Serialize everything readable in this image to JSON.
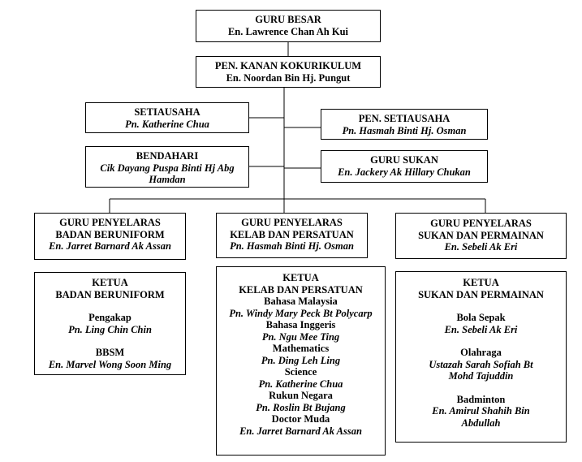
{
  "head": {
    "title": "GURU BESAR",
    "name": "En. Lawrence Chan Ah Kui"
  },
  "coordinator": {
    "title": "PEN. KANAN KOKURIKULUM",
    "name": "En. Noordan Bin Hj. Pungut"
  },
  "secretary": {
    "title": "SETIAUSAHA",
    "name": "Pn. Katherine Chua"
  },
  "asst_secretary": {
    "title": "PEN. SETIAUSAHA",
    "name": "Pn. Hasmah Binti Hj. Osman"
  },
  "treasurer": {
    "title": "BENDAHARI",
    "name": "Cik Dayang Puspa Binti Hj Abg Hamdan"
  },
  "sports_teacher": {
    "title": "GURU SUKAN",
    "name": "En. Jackery Ak Hillary Chukan"
  },
  "coord_uniform": {
    "title_1": "GURU PENYELARAS",
    "title_2": "BADAN BERUNIFORM",
    "name": "En. Jarret Barnard Ak Assan"
  },
  "coord_clubs": {
    "title_1": "GURU PENYELARAS",
    "title_2": "KELAB DAN PERSATUAN",
    "name": "Pn. Hasmah Binti Hj. Osman"
  },
  "coord_sports": {
    "title_1": "GURU PENYELARAS",
    "title_2": "SUKAN DAN PERMAINAN",
    "name": "En. Sebeli Ak Eri"
  },
  "lead_uniform": {
    "title_1": "KETUA",
    "title_2": "BADAN BERUNIFORM",
    "items": [
      {
        "unit": "Pengakap",
        "name": "Pn. Ling Chin Chin"
      },
      {
        "unit": "BBSM",
        "name": "En. Marvel Wong Soon Ming"
      }
    ]
  },
  "lead_clubs": {
    "title_1": "KETUA",
    "title_2": "KELAB DAN PERSATUAN",
    "items": [
      {
        "unit": "Bahasa Malaysia",
        "name": "Pn. Windy Mary Peck Bt Polycarp"
      },
      {
        "unit": "Bahasa Inggeris",
        "name": "Pn. Ngu Mee Ting"
      },
      {
        "unit": "Mathematics",
        "name": "Pn. Ding Leh Ling"
      },
      {
        "unit": "Science",
        "name": "Pn. Katherine Chua"
      },
      {
        "unit": "Rukun Negara",
        "name": "Pn. Roslin Bt Bujang"
      },
      {
        "unit": "Doctor Muda",
        "name": "En. Jarret Barnard Ak Assan"
      }
    ]
  },
  "lead_sports": {
    "title_1": "KETUA",
    "title_2": "SUKAN DAN PERMAINAN",
    "items": [
      {
        "unit": "Bola Sepak",
        "name": "En. Sebeli Ak Eri"
      },
      {
        "unit": "Olahraga",
        "name": "Ustazah Sarah Sofiah Bt Mohd Tajuddin"
      },
      {
        "unit": "Badminton",
        "name": "En. Amirul Shahih Bin Abdullah"
      }
    ]
  }
}
